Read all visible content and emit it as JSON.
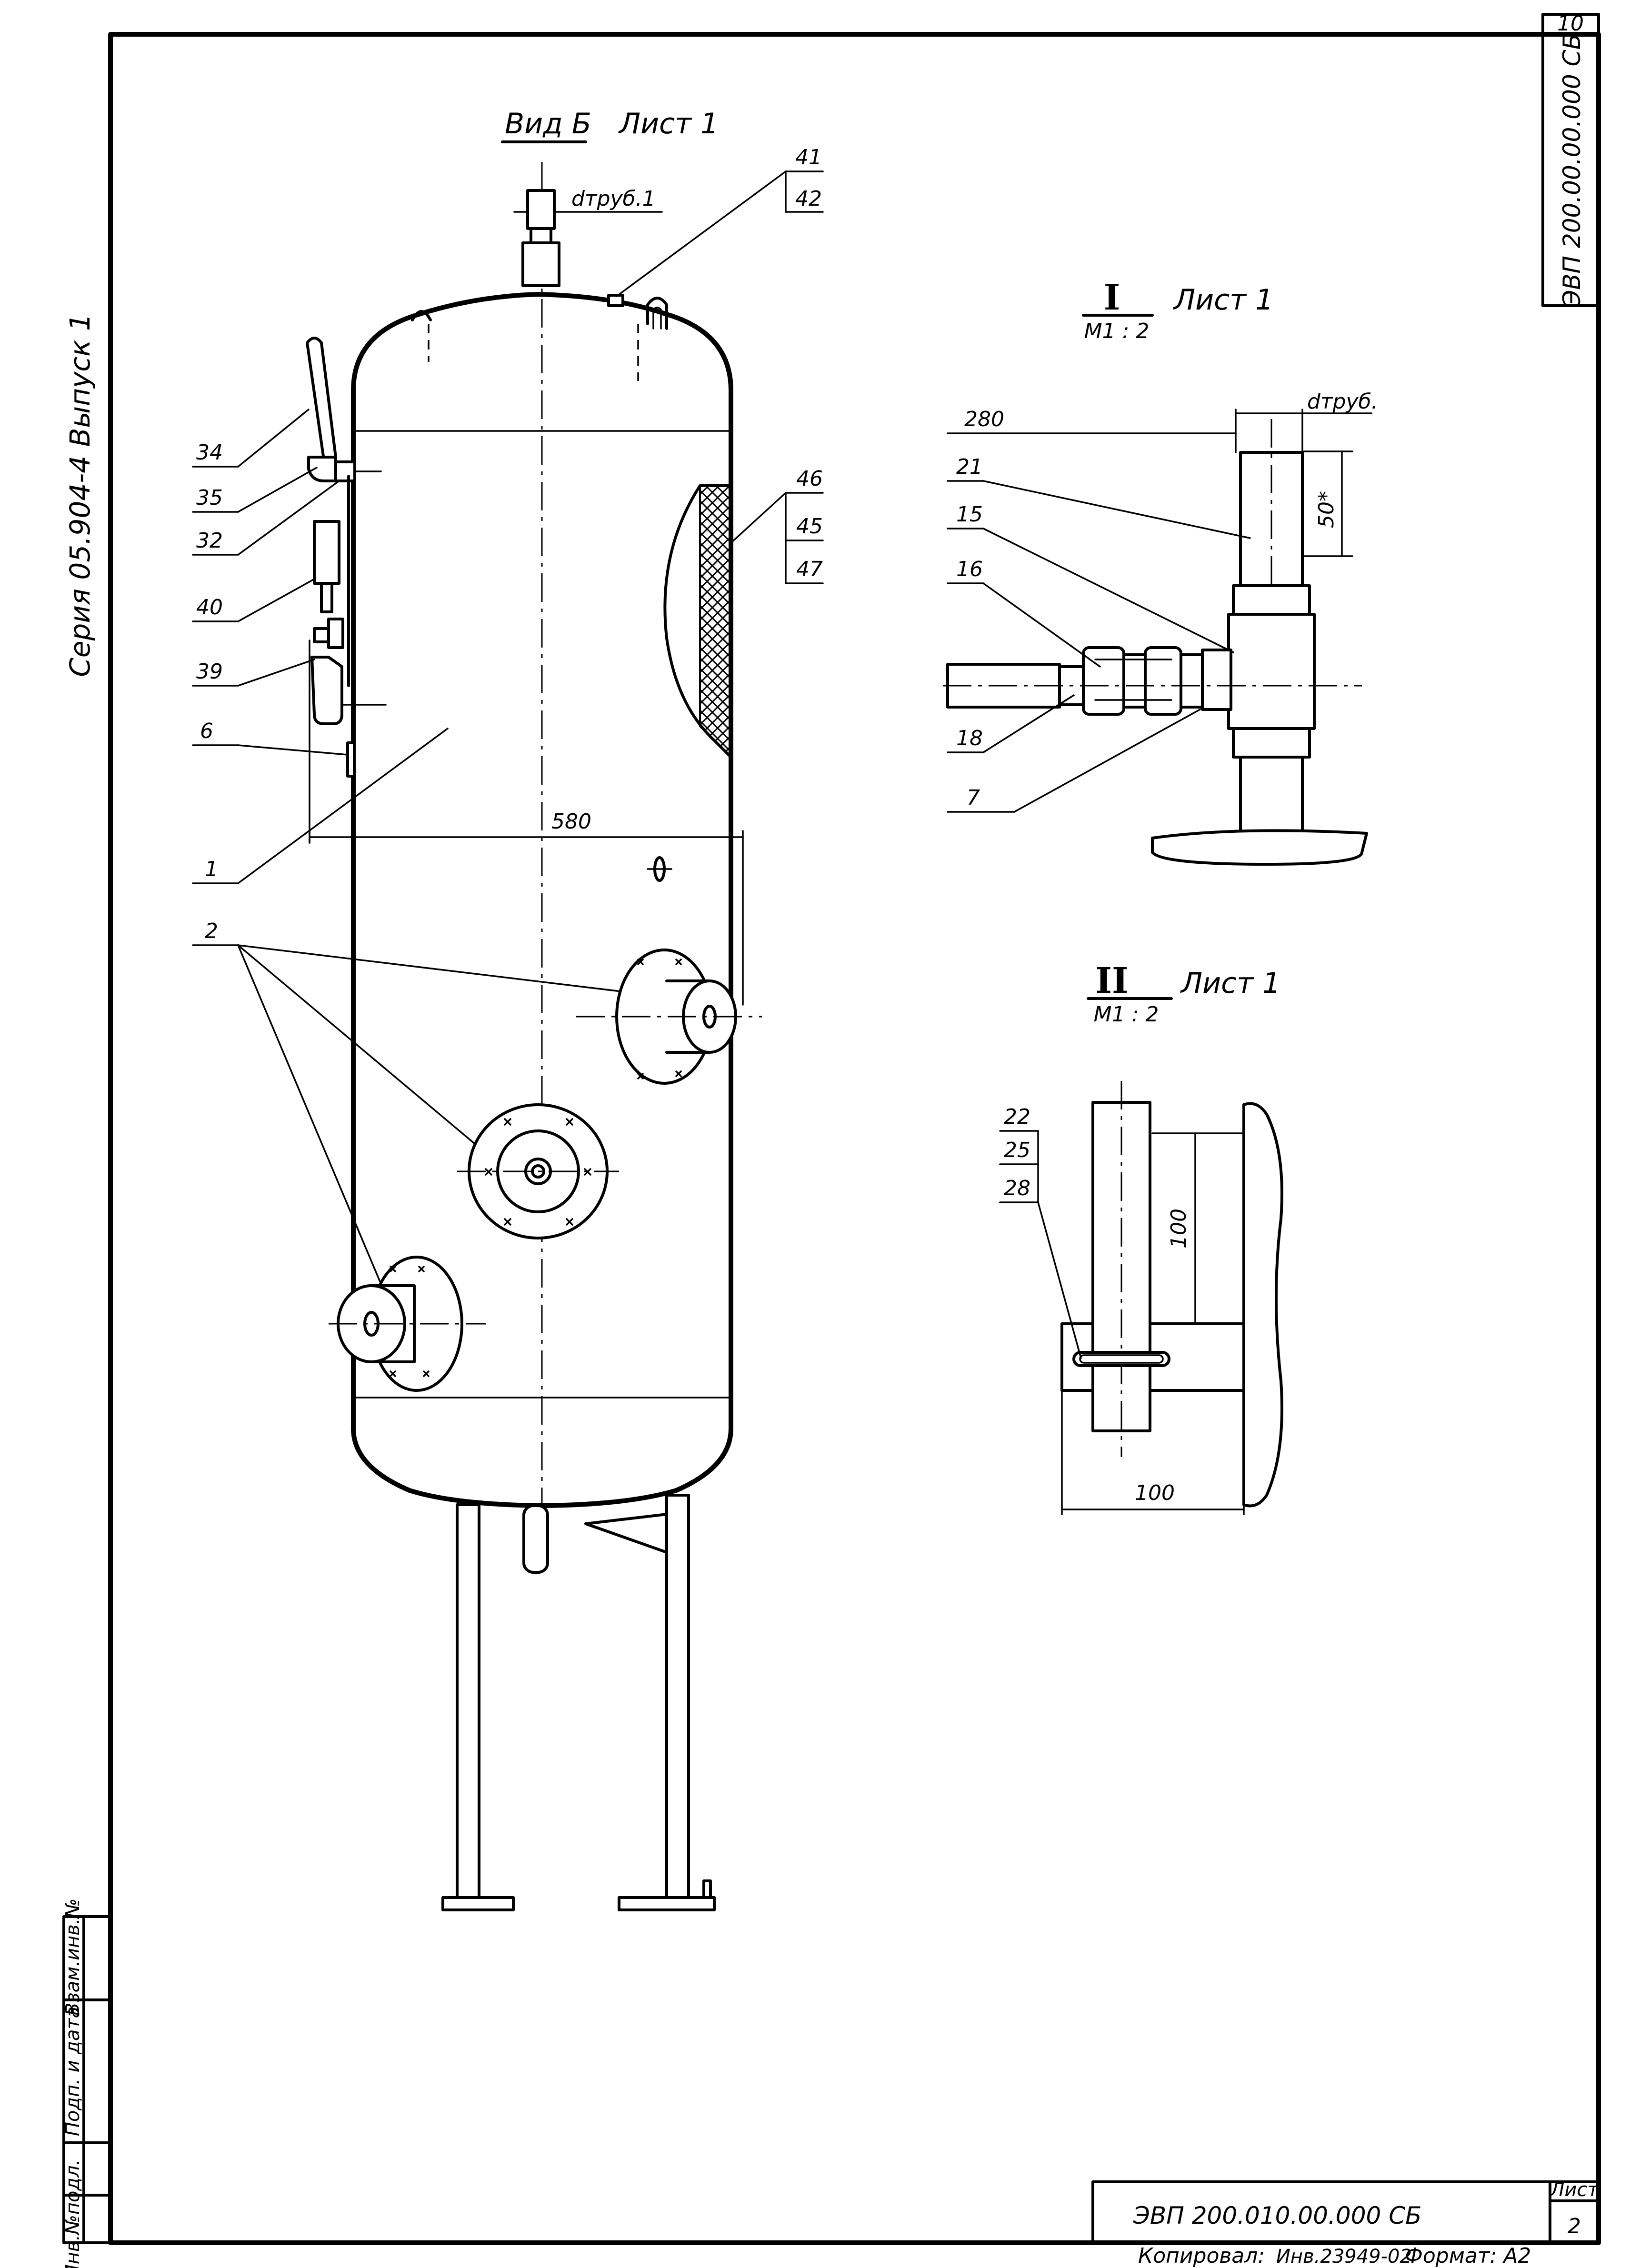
{
  "sheet": {
    "series_text": "Серия  05.904-4   Выпуск 1",
    "top_corner_number": "10",
    "title_block_code_vertical": "ЭВП 200.00.00.000 СБ",
    "title_block_code": "ЭВП 200.010.00.000  СБ",
    "sheet_label": "Лист",
    "sheet_number": "2",
    "copied_line": "Копировал: ",
    "inv_text": "Инв.23949-02",
    "format_text": "Формат: А2",
    "left_stamp": [
      "Инв.№подл.",
      "Подп. и дата",
      "Взам.инв.№"
    ]
  },
  "views": {
    "main_title": "Вид Б",
    "main_sheet": "Лист 1",
    "detail1": {
      "numeral": "I",
      "scale": "М1 : 2",
      "sheet": "Лист 1"
    },
    "detail2": {
      "numeral": "II",
      "scale": "М1 : 2",
      "sheet": "Лист 1"
    }
  },
  "dimensions": {
    "main_width": "580",
    "d_pipe1": "dтруб.1",
    "d_pipe": "dтруб.",
    "d1_280": "280",
    "d1_50": "50*",
    "d2_100_vert": "100",
    "d2_100_horiz": "100"
  },
  "callouts": {
    "c41": "41",
    "c42": "42",
    "c34": "34",
    "c35": "35",
    "c32": "32",
    "c40": "40",
    "c39": "39",
    "c6": "6",
    "c1": "1",
    "c2": "2",
    "c46": "46",
    "c45": "45",
    "c47": "47",
    "c21": "21",
    "c15": "15",
    "c16": "16",
    "c18": "18",
    "c7": "7",
    "c22": "22",
    "c25": "25",
    "c28": "28"
  }
}
